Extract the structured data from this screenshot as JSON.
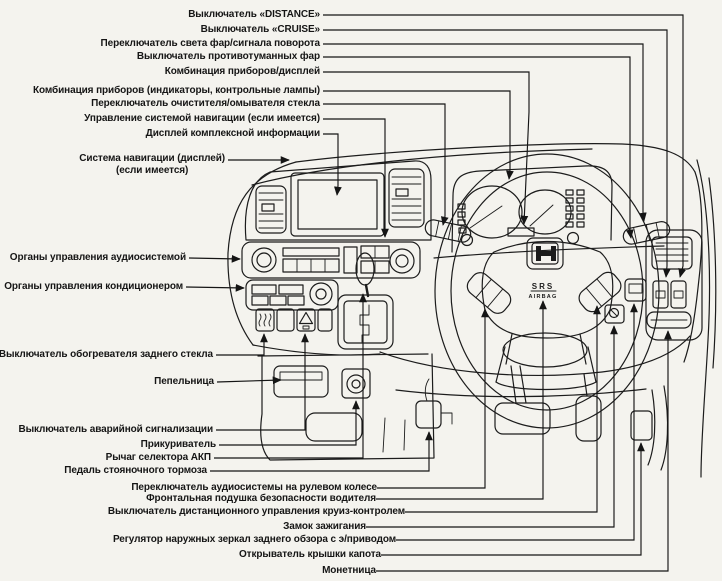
{
  "figure": {
    "type": "dashboard-component-location-diagram",
    "colors": {
      "paper": "#f4f3ee",
      "ink": "#1c1c1c"
    },
    "labels": {
      "top": [
        "Выключатель «DISTANCE»",
        "Выключатель «CRUISE»",
        "Переключатель света фар/сигнала поворота",
        "Выключатель противотуманных фар",
        "Комбинация приборов/дисплей",
        "Комбинация приборов (индикаторы, контрольные лампы)",
        "Переключатель очистителя/омывателя стекла",
        "Управление системой навигации (если имеется)",
        "Дисплей комплексной информации"
      ],
      "left": [
        "Система навигации (дисплей)",
        "(если имеется)",
        "Органы управления аудиосистемой",
        "Органы управления кондиционером",
        "Выключатель обогревателя заднего стекла",
        "Пепельница",
        "Выключатель аварийной сигнализации",
        "Прикуриватель",
        "Рычаг селектора АКП",
        "Педаль стояночного тормоза"
      ],
      "bottom": [
        "Переключатель аудиосистемы на рулевом колесе",
        "Фронтальная подушка безопасности водителя",
        "Выключатель дистанционного управления круиз-контролем",
        "Замок зажигания",
        "Регулятор наружных зеркал заднего обзора с э/приводом",
        "Открыватель крышки капота",
        "Монетница"
      ]
    },
    "illustration": {
      "airbag_text": "SRS",
      "airbag_subtext": "AIRBAG"
    }
  }
}
